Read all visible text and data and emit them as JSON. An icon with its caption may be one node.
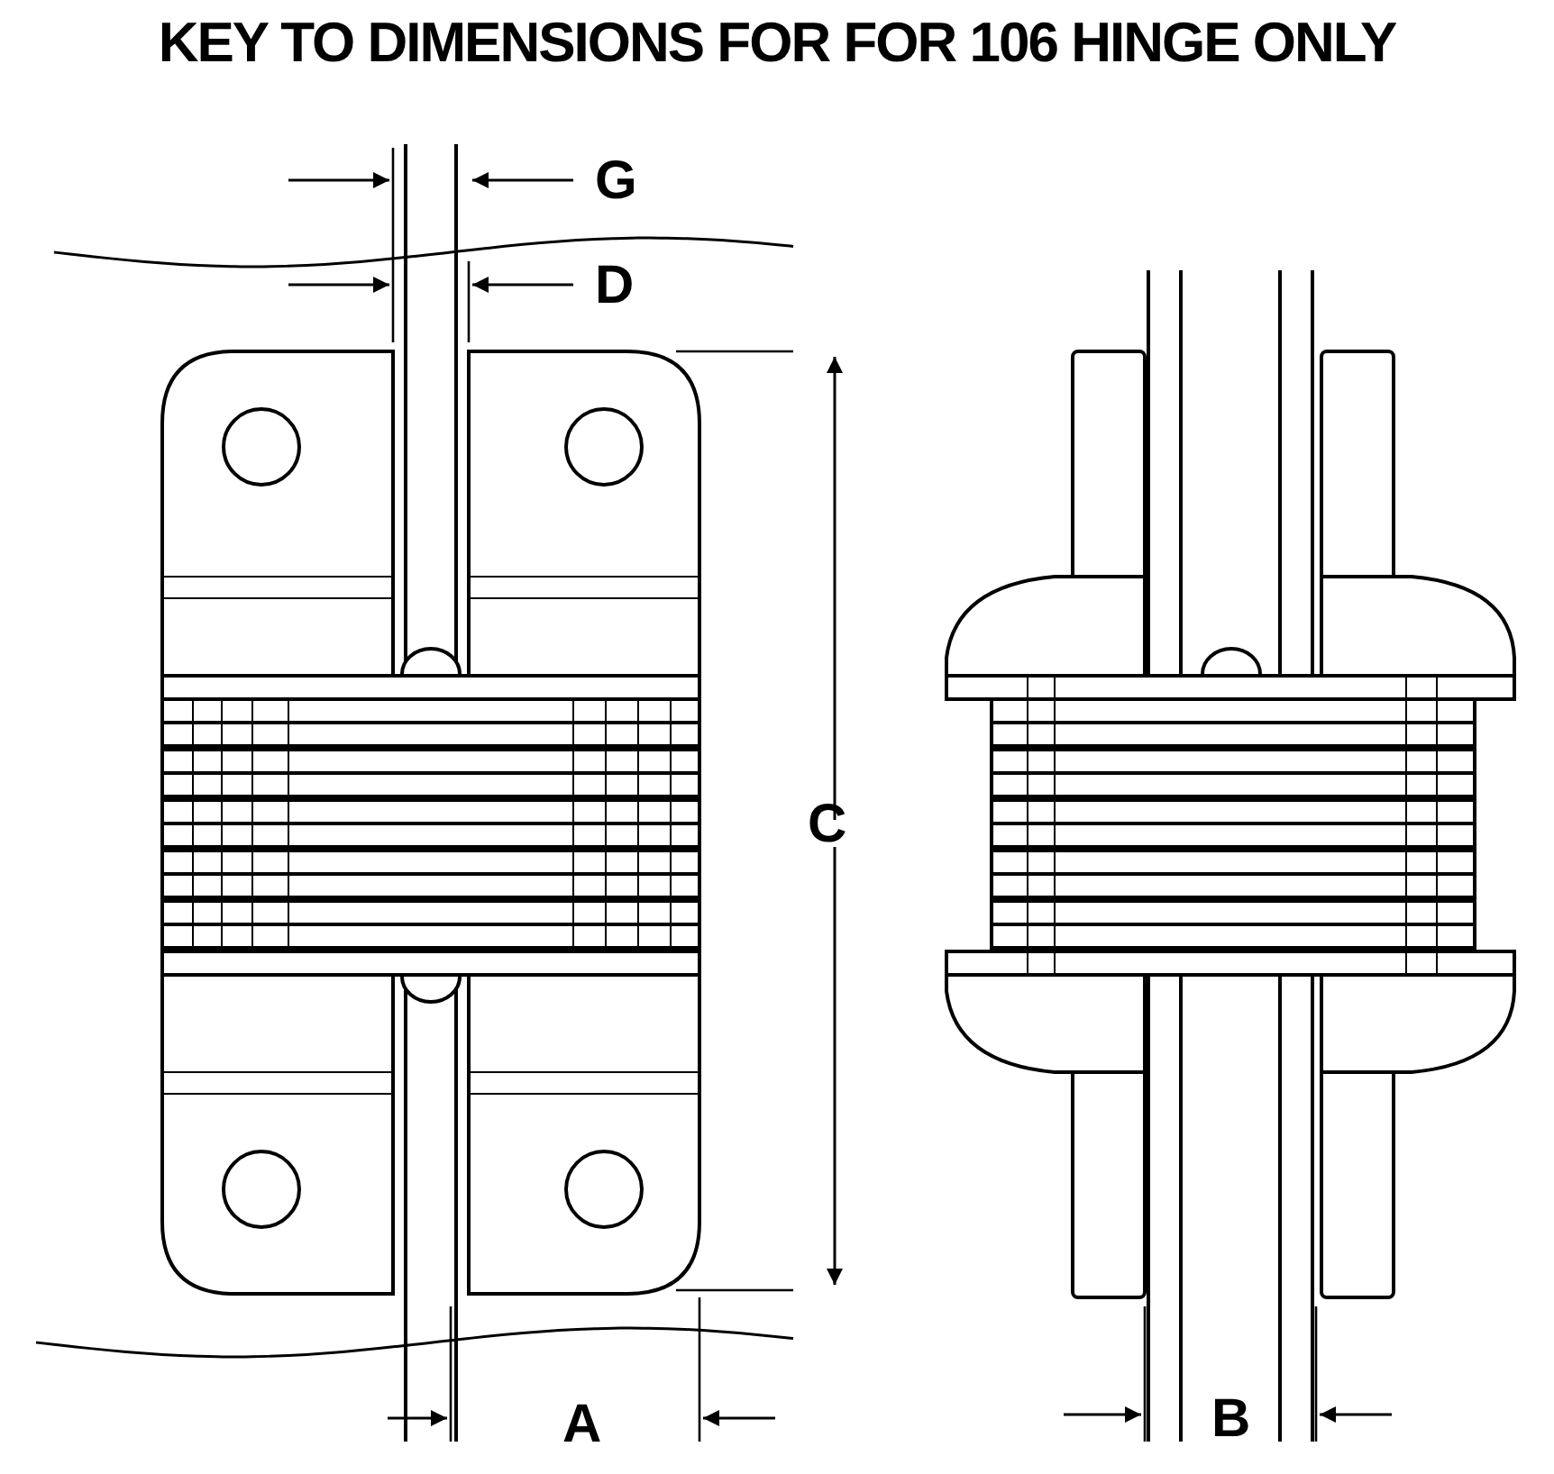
{
  "diagram": {
    "title": "KEY TO DIMENSIONS FOR FOR 106 HINGE ONLY",
    "labels": [
      "G",
      "D",
      "C",
      "A",
      "B"
    ]
  }
}
